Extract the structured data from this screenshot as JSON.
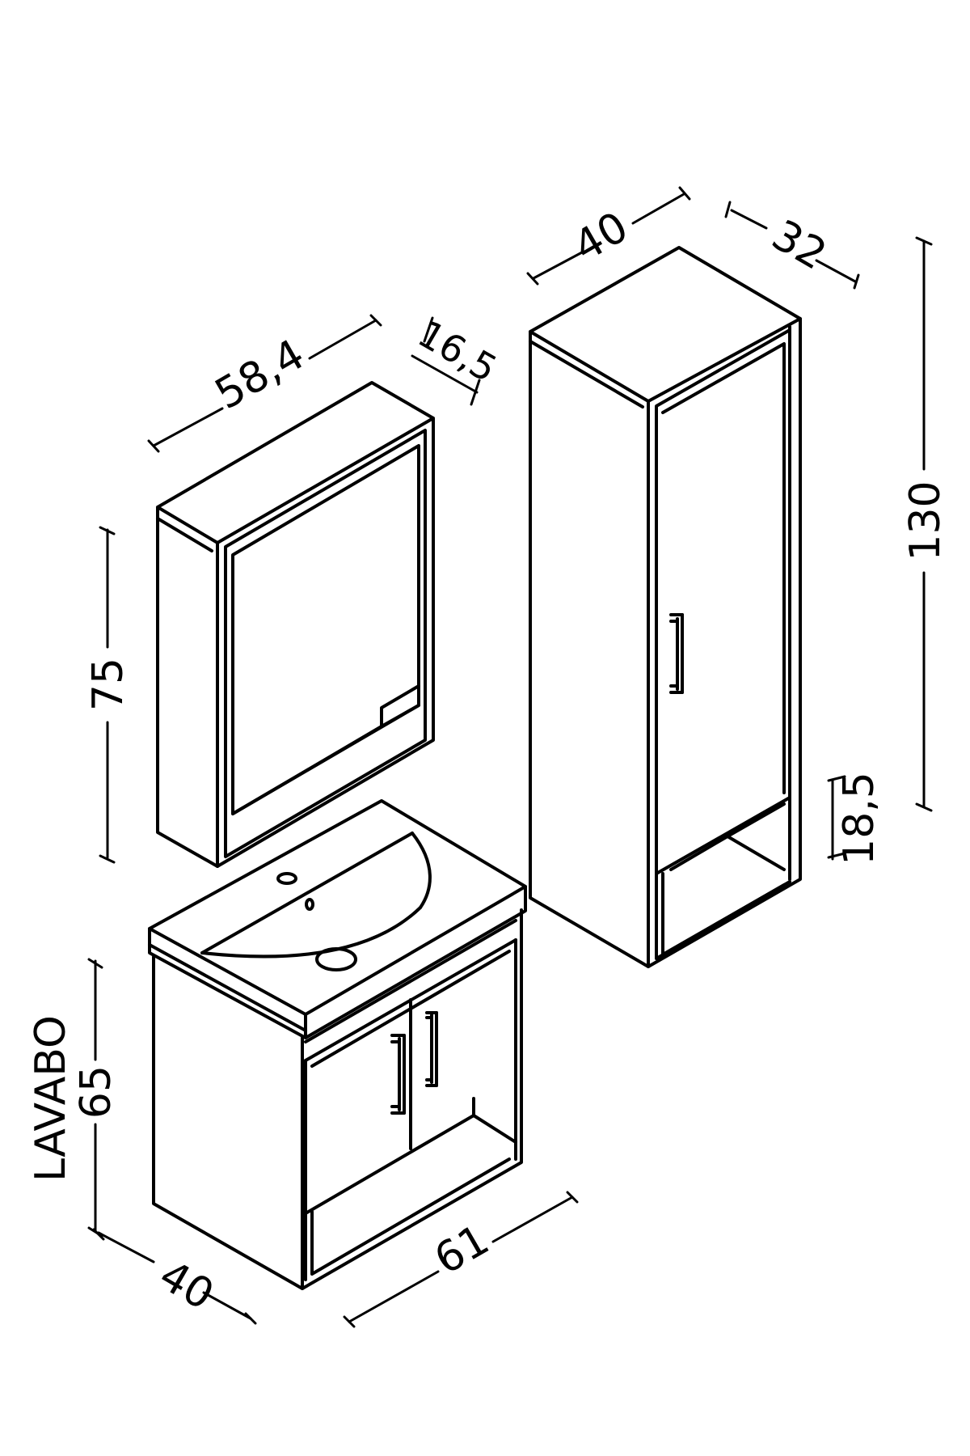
{
  "dimensions": {
    "mirror_width": "58,4",
    "mirror_depth": "16,5",
    "mirror_height": "75",
    "tall_width": "40",
    "tall_depth": "32",
    "tall_height": "130",
    "tall_shelf": "18,5",
    "basin_height": "65",
    "basin_label": "LAVABO",
    "basin_depth": "40",
    "basin_width": "61"
  }
}
